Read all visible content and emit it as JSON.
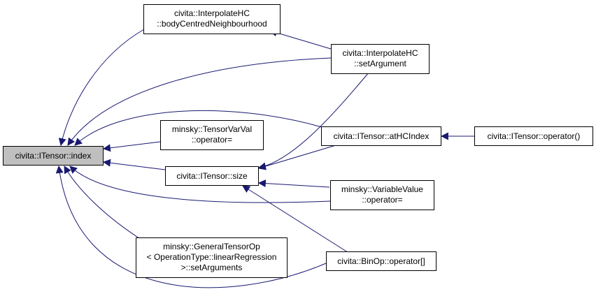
{
  "graph": {
    "focus": {
      "lines": [
        "civita::ITensor::index"
      ]
    },
    "nodes": {
      "body_centred": {
        "lines": [
          "civita::InterpolateHC",
          "::bodyCentredNeighbourhood"
        ]
      },
      "set_argument": {
        "lines": [
          "civita::InterpolateHC",
          "::setArgument"
        ]
      },
      "tensor_var_val": {
        "lines": [
          "minsky::TensorVarVal",
          "::operator="
        ]
      },
      "at_hc_index": {
        "lines": [
          "civita::ITensor::atHCIndex"
        ]
      },
      "itensor_call": {
        "lines": [
          "civita::ITensor::operator()"
        ]
      },
      "size": {
        "lines": [
          "civita::ITensor::size"
        ]
      },
      "variable_value": {
        "lines": [
          "minsky::VariableValue",
          "::operator="
        ]
      },
      "general_tensor_op": {
        "lines": [
          "minsky::GeneralTensorOp",
          "< OperationType::linearRegression",
          ">::setArguments"
        ]
      },
      "binop": {
        "lines": [
          "civita::BinOp::operator[]"
        ]
      }
    },
    "colors": {
      "edge": "#191970",
      "border": "#000000",
      "focus_fill": "#bfbfbf",
      "node_fill": "#ffffff"
    }
  }
}
